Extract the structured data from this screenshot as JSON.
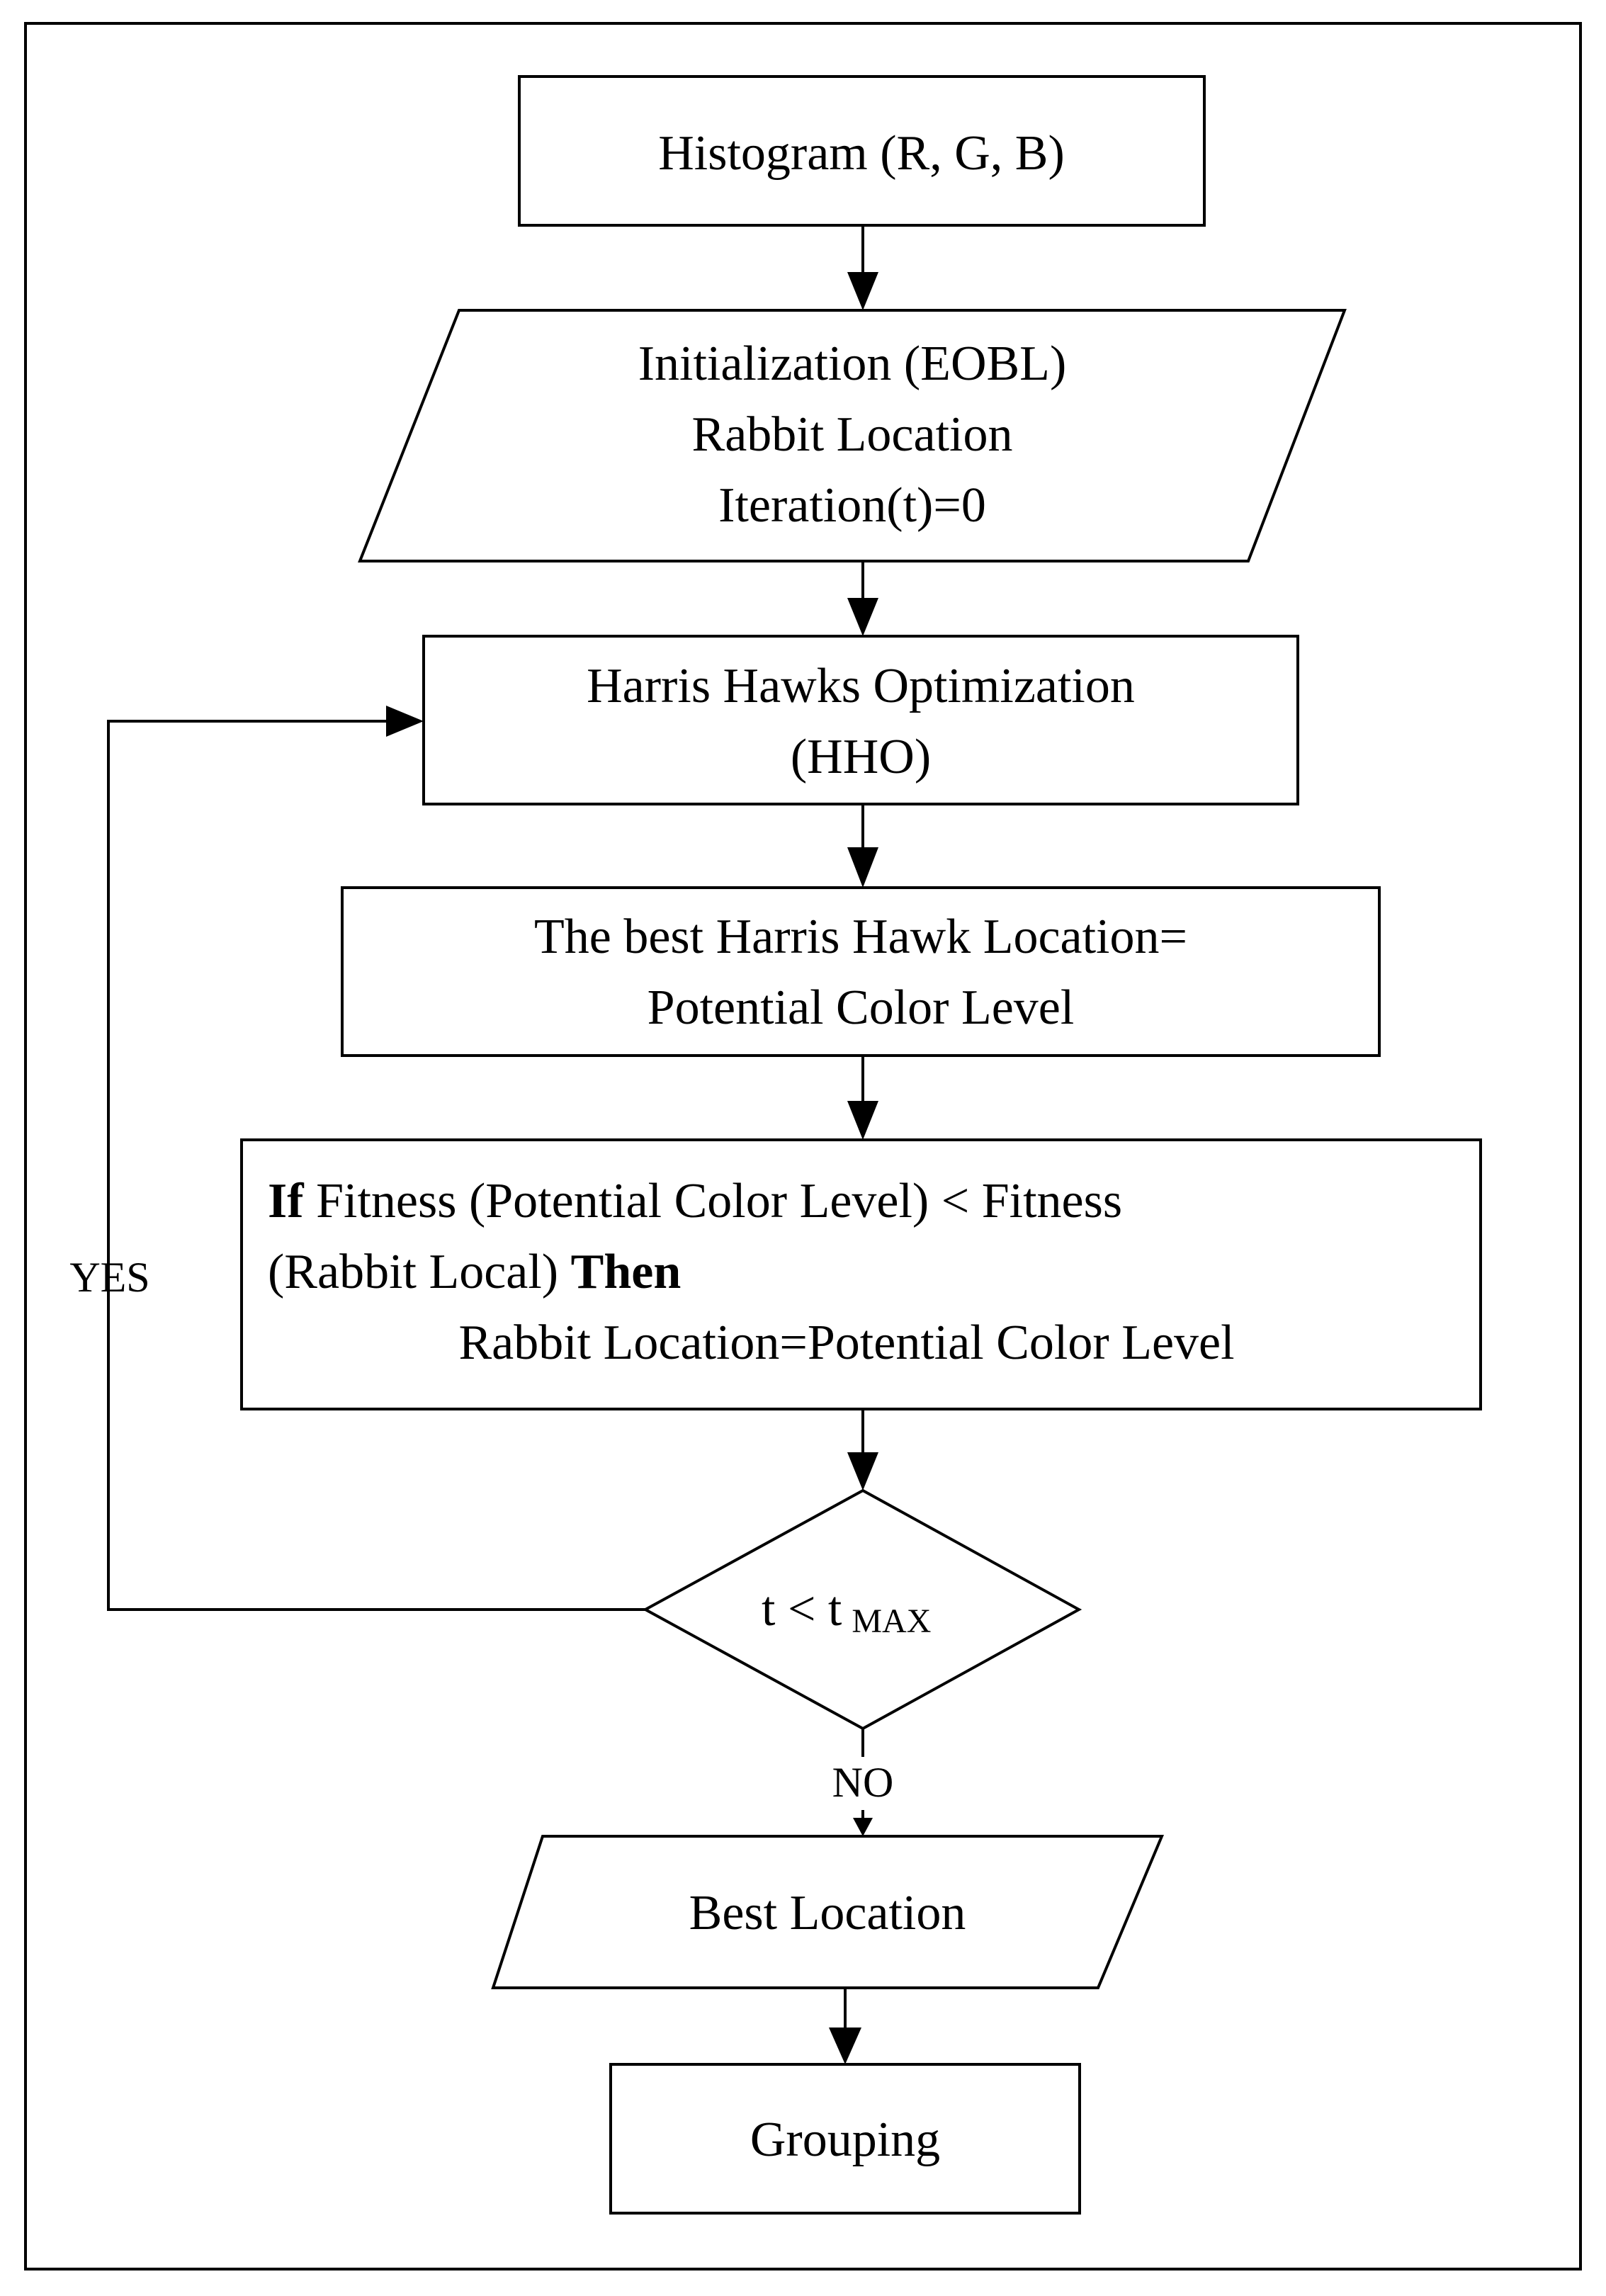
{
  "nodes": {
    "histogram": {
      "label": "Histogram (R, G, B)"
    },
    "initialization": {
      "line1": "Initialization (EOBL)",
      "line2": "Rabbit Location",
      "line3": "Iteration(t)=0"
    },
    "hho": {
      "line1": "Harris Hawks Optimization",
      "line2": "(HHO)"
    },
    "best_hawk": {
      "line1": "The best Harris Hawk Location=",
      "line2": "Potential Color Level"
    },
    "fitness_check": {
      "kw_if": "If",
      "line1_rest": " Fitness (Potential Color Level) < Fitness",
      "line2_start": "(Rabbit Local) ",
      "kw_then": "Then",
      "line3": "Rabbit Location=Potential Color Level"
    },
    "decision": {
      "main": "t < t",
      "subscript": "MAX"
    },
    "best_location": {
      "label": "Best Location"
    },
    "grouping": {
      "label": "Grouping"
    }
  },
  "edge_labels": {
    "yes": "YES",
    "no": "NO"
  }
}
